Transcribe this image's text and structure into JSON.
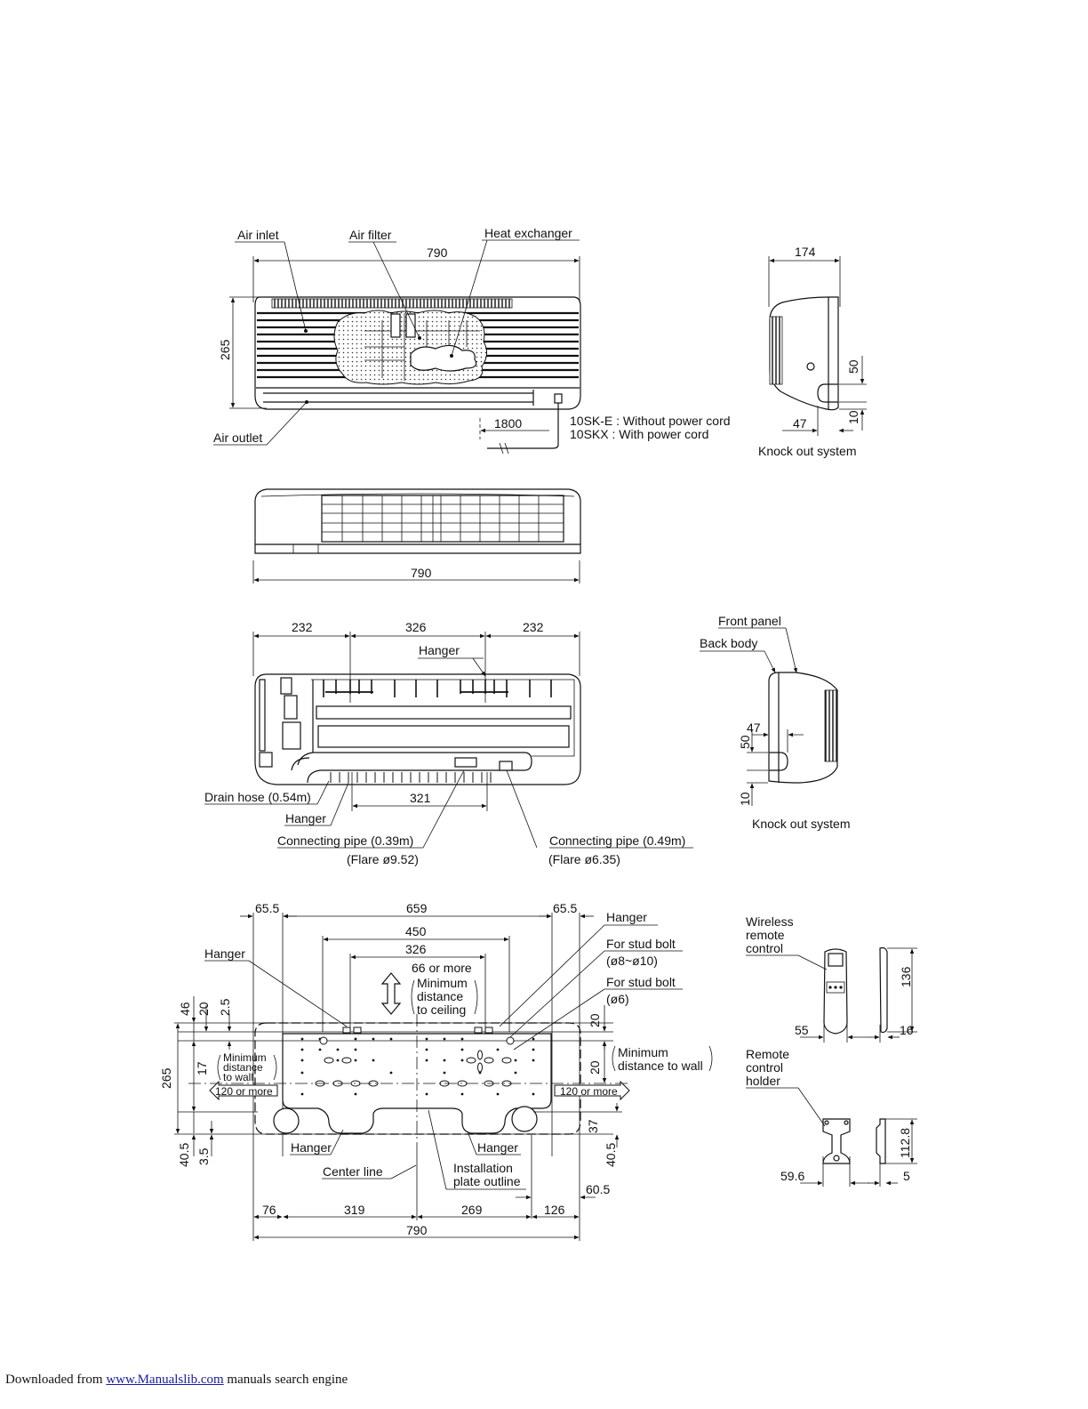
{
  "views": {
    "front": {
      "labels": {
        "air_inlet": "Air inlet",
        "air_filter": "Air filter",
        "heat_exchanger": "Heat exchanger",
        "air_outlet": "Air outlet",
        "models_line1": "10SK-E : Without power cord",
        "models_line2": "10SKX  : With power cord"
      },
      "dims": {
        "width": "790",
        "height": "265",
        "cord": "1800"
      }
    },
    "side_top": {
      "dims": {
        "depth": "174",
        "ko_height": "50",
        "ko_width": "47",
        "ko_bottom": "10"
      },
      "caption": "Knock out system"
    },
    "bottom": {
      "dims": {
        "width": "790"
      }
    },
    "back": {
      "dims": {
        "left": "232",
        "center": "326",
        "right": "232",
        "pipe": "321"
      },
      "labels": {
        "hanger": "Hanger",
        "drain_hose": "Drain hose (0.54m)",
        "hanger2": "Hanger",
        "pipe1": "Connecting pipe (0.39m)",
        "pipe1_flare": "(Flare ø9.52)",
        "pipe2": "Connecting pipe (0.49m)",
        "pipe2_flare": "(Flare ø6.35)"
      }
    },
    "side_bottom": {
      "labels": {
        "front_panel": "Front panel",
        "back_body": "Back body"
      },
      "dims": {
        "ko_width": "47",
        "ko_height": "50",
        "ko_bottom": "10"
      },
      "caption": "Knock out system"
    },
    "plate": {
      "dims": {
        "left_off": "65.5",
        "span": "659",
        "right_off": "65.5",
        "d450": "450",
        "d326": "326",
        "v46": "46",
        "v20": "20",
        "v2_5": "2.5",
        "v265": "265",
        "v17": "17",
        "v40_5": "40.5",
        "v3_5": "3.5",
        "r20a": "20",
        "r20b": "20",
        "r37": "37",
        "r40_5": "40.5",
        "b60_5": "60.5",
        "b76": "76",
        "b319": "319",
        "b269": "269",
        "b126": "126",
        "b790": "790"
      },
      "labels": {
        "hanger_tr": "Hanger",
        "stud1": "For stud bolt",
        "stud1_d": "(ø8~ø10)",
        "stud2": "For stud bolt",
        "stud2_d": "(ø6)",
        "hanger_l": "Hanger",
        "ceiling1": "66 or more",
        "ceiling2": "Minimum",
        "ceiling3": "distance",
        "ceiling4": "to ceiling",
        "wall_l1": "Minimum",
        "wall_l2": "distance",
        "wall_l3": "to wall",
        "wall_l4": "120 or more",
        "wall_r1": "Minimum",
        "wall_r2": "distance to wall",
        "wall_r3": "120 or more",
        "hanger_bl": "Hanger",
        "hanger_br": "Hanger",
        "center": "Center line",
        "outline1": "Installation",
        "outline2": "plate outline"
      }
    },
    "remote": {
      "labels": {
        "wireless1": "Wireless",
        "wireless2": "remote",
        "wireless3": "control",
        "holder1": "Remote",
        "holder2": "control",
        "holder3": "holder"
      },
      "dims": {
        "r_w": "55",
        "r_t": "16",
        "r_h": "136",
        "h_w": "59.6",
        "h_t": "5",
        "h_h": "112.8"
      }
    }
  },
  "footer": {
    "prefix": "Downloaded from ",
    "link": "www.Manualslib.com",
    "suffix": " manuals search engine"
  }
}
